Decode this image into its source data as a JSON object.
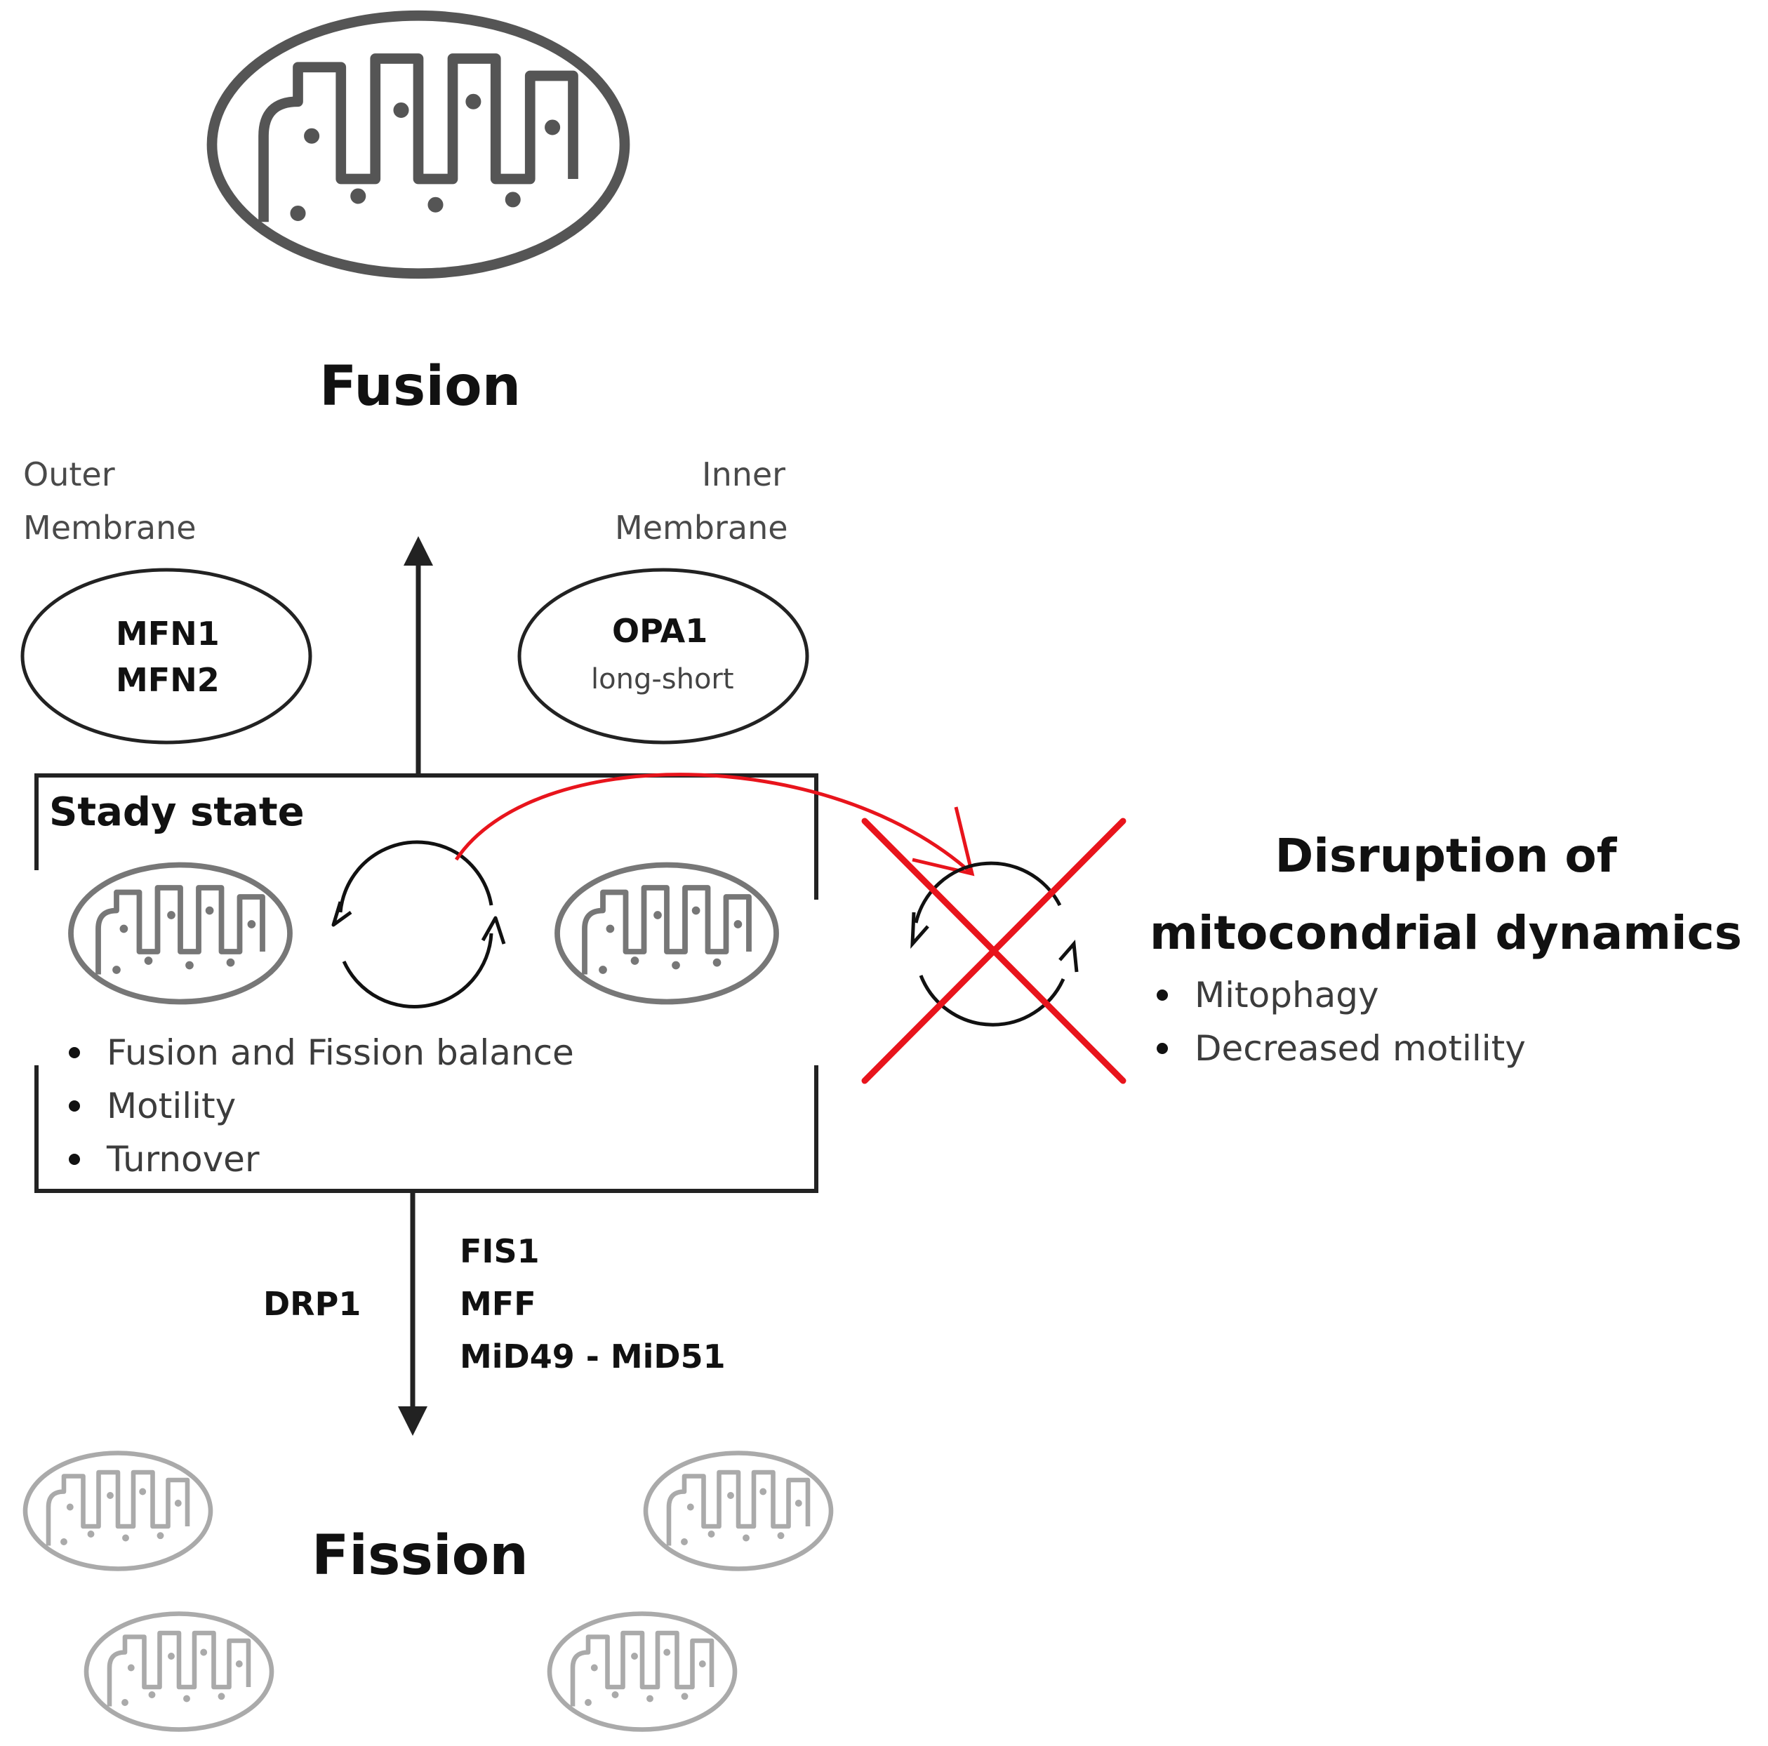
{
  "fusion": {
    "title": "Fusion",
    "outer_membrane": {
      "line1": "Outer",
      "line2": "Membrane",
      "protein1": "MFN1",
      "protein2": "MFN2"
    },
    "inner_membrane": {
      "line1": "Inner",
      "line2": "Membrane",
      "protein": "OPA1",
      "note": "long-short"
    }
  },
  "steady_state": {
    "title": "Stady state",
    "bullets": [
      "Fusion and Fission balance",
      "Motility",
      "Turnover"
    ]
  },
  "fission": {
    "title": "Fission",
    "left_label": "DRP1",
    "right_labels": [
      "FIS1",
      "MFF",
      "MiD49 - MiD51"
    ]
  },
  "disruption": {
    "title_line1": "Disruption of",
    "title_line2": "mitocondrial dynamics",
    "bullets": [
      "Mitophagy",
      "Decreased motility"
    ]
  },
  "colors": {
    "line": "#222222",
    "organelle_dark": "#555555",
    "organelle_mid": "#777777",
    "organelle_light": "#aaaaaa",
    "cross": "#e8141c"
  }
}
